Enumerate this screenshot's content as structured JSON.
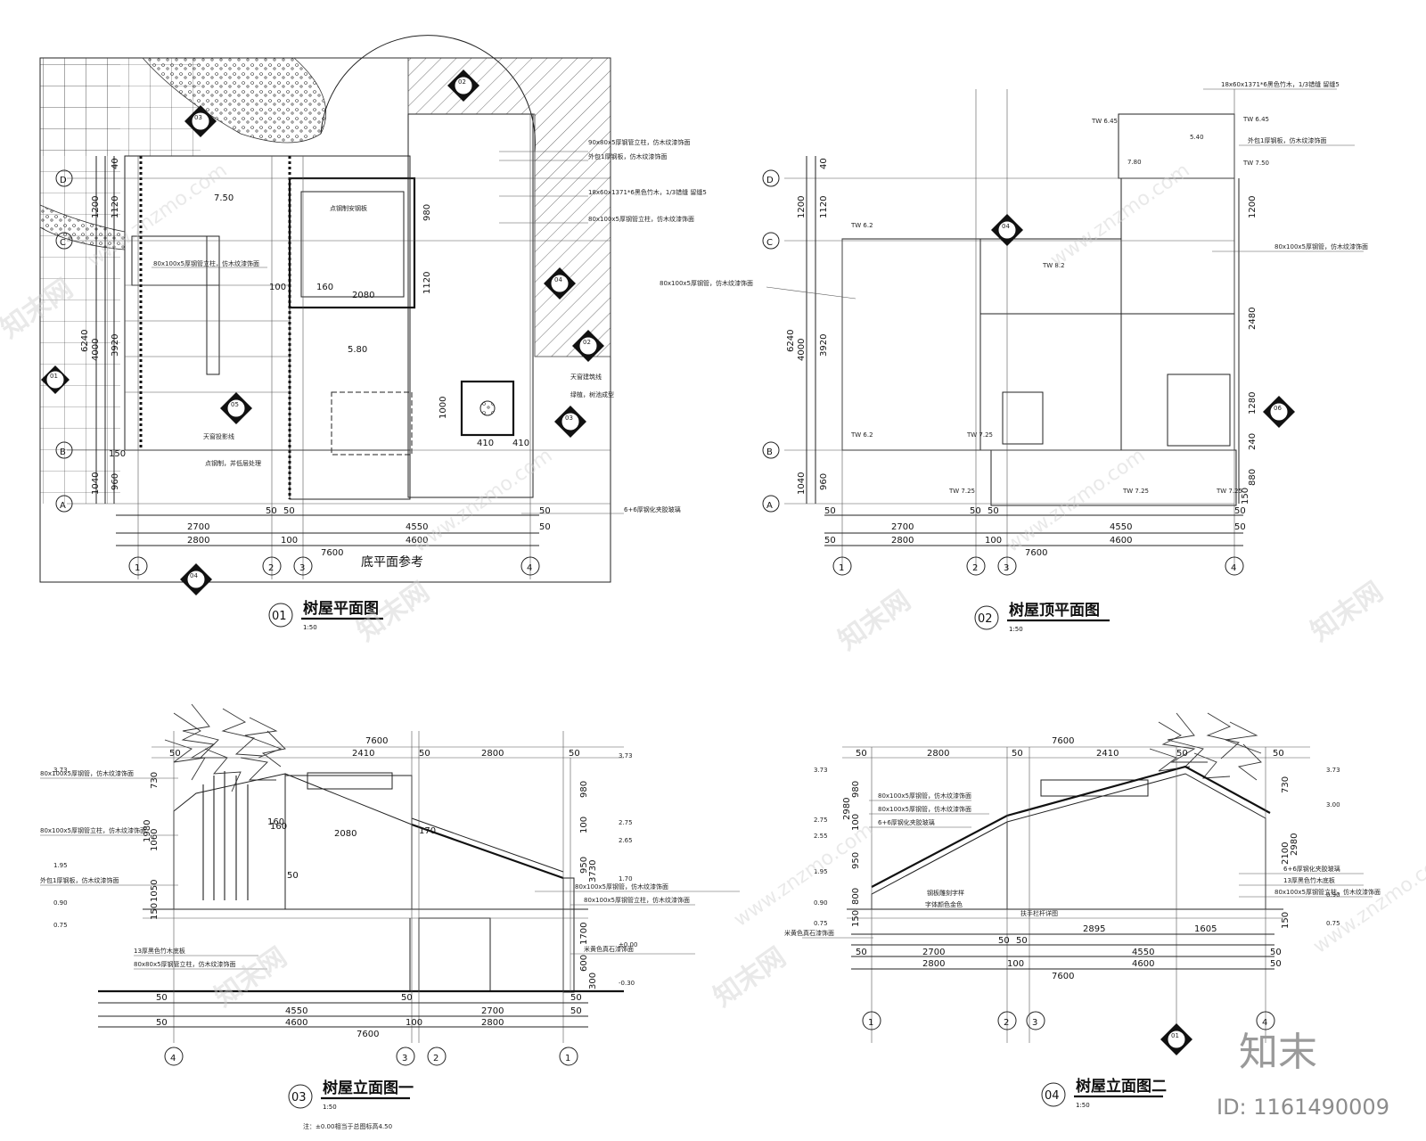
{
  "drawings": [
    {
      "id": "01",
      "title": "树屋平面图",
      "scale": "1:50"
    },
    {
      "id": "02",
      "title": "树屋顶平面图",
      "scale": "1:50"
    },
    {
      "id": "03",
      "title": "树屋立面图一",
      "scale": "1:50"
    },
    {
      "id": "04",
      "title": "树屋立面图二",
      "scale": "1:50"
    }
  ],
  "plan": {
    "note": "底平面参考",
    "grid_rows": [
      "D",
      "C",
      "B",
      "A"
    ],
    "grid_cols": [
      "1",
      "2",
      "3",
      "4"
    ],
    "dims_h": [
      "2700",
      "50",
      "50",
      "4550",
      "50",
      "2800",
      "100",
      "4600",
      "50",
      "7600"
    ],
    "dims_v": [
      "40",
      "1200",
      "1120",
      "6240",
      "4000",
      "3920",
      "1040",
      "960",
      "150"
    ],
    "inner_dims": [
      "160",
      "2080",
      "100",
      "980",
      "1120",
      "1000",
      "410",
      "410"
    ],
    "level": "7.50",
    "level2": "5.80",
    "section_tags": [
      "02",
      "03",
      "04",
      "01",
      "03",
      "05",
      "04",
      "02"
    ],
    "callouts": [
      "90x80x5厚钢管立柱，仿木纹漆饰面",
      "外包1厚钢板，仿木纹漆饰面",
      "18x60x1371*6黑色竹木，1/3错缝 留缝5",
      "80x100x5厚钢管立柱，仿木纹漆饰面",
      "点钢制安钢板",
      "80x100x5厚钢管立柱，仿木纹漆饰面",
      "天窗建筑线",
      "绿植，树池成型",
      "天窗投影线",
      "点钢制，并低层处理",
      "6+6厚钢化夹胶玻璃"
    ]
  },
  "roof": {
    "levels": [
      "TW 6.2",
      "TW 6.45",
      "TW 6.45",
      "TW 7.50",
      "TW 8.2",
      "TW 6.2",
      "TW 7.25",
      "TW 7.25",
      "TW 7.25",
      "TW 7.25",
      "5.40",
      "7.80"
    ],
    "dims_v": [
      "40",
      "1200",
      "1120",
      "6240",
      "4000",
      "3920",
      "1040",
      "960",
      "1200",
      "2480",
      "1280",
      "240",
      "880",
      "150"
    ],
    "dims_h": [
      "50",
      "2700",
      "50",
      "50",
      "4550",
      "50",
      "50",
      "2800",
      "100",
      "4600",
      "50",
      "7600"
    ],
    "callouts": [
      "18x60x1371*6黑色竹木，1/3错缝 留缝5",
      "外包1厚钢板，仿木纹漆饰面",
      "80x100x5厚钢管，仿木纹漆饰面",
      "80x100x5厚钢管，仿木纹漆饰面"
    ],
    "tags": [
      "04",
      "06"
    ]
  },
  "elev1": {
    "dims_top": [
      "7600",
      "50",
      "2410",
      "50",
      "2800",
      "50"
    ],
    "dims_bottom": [
      "50",
      "4550",
      "50",
      "2700",
      "50",
      "50",
      "4600",
      "100",
      "2800",
      "50",
      "7600"
    ],
    "levels": [
      "3.73",
      "2.75",
      "2.65",
      "1.95",
      "1.70",
      "0.90",
      "0.75",
      "±0.00",
      "-0.30",
      "3.73"
    ],
    "dims_v": [
      "730",
      "980",
      "100",
      "950",
      "1700",
      "3730",
      "1050",
      "160",
      "150",
      "600",
      "300"
    ],
    "inner": [
      "160",
      "2080",
      "170",
      "50",
      "1980",
      "1060"
    ],
    "callouts": [
      "80x100x5厚钢管，仿木纹漆饰面",
      "80x100x5厚钢管立柱，仿木纹漆饰面",
      "外包1厚钢板，仿木纹漆饰面",
      "80x100x5厚钢管，仿木纹漆饰面",
      "80x100x5厚钢管立柱，仿木纹漆饰面",
      "米黄色真石漆饰面",
      "13厚黑色竹木底板",
      "80x80x5厚钢管立柱，仿木纹漆饰面"
    ],
    "axis": [
      "4",
      "3",
      "2",
      "1"
    ],
    "footnote": "注：±0.00相当于总图标高4.50"
  },
  "elev2": {
    "dims_top": [
      "7600",
      "50",
      "2800",
      "50",
      "2410",
      "50",
      "50"
    ],
    "dims_bottom": [
      "2700",
      "50",
      "50",
      "4550",
      "50",
      "2800",
      "100",
      "4600",
      "50",
      "7600",
      "2895",
      "1605",
      "50"
    ],
    "levels": [
      "3.73",
      "2.75",
      "2.55",
      "1.95",
      "0.90",
      "0.75",
      "3.73",
      "3.00",
      "0.90",
      "0.75"
    ],
    "dims_v": [
      "2980",
      "980",
      "100",
      "950",
      "800",
      "150",
      "730",
      "2100",
      "2980",
      "150"
    ],
    "callouts": [
      "80x100x5厚钢管，仿木纹漆饰面",
      "80x100x5厚钢管，仿木纹漆饰面",
      "6+6厚钢化夹胶玻璃",
      "6+6厚钢化夹胶玻璃",
      "13厚黑色竹木底板",
      "80x100x5厚钢管立柱，仿木纹漆饰面",
      "米黄色真石漆饰面",
      "钢板雕刻字样",
      "字体颜色金色",
      "扶手栏杆详图"
    ],
    "axis": [
      "1",
      "2",
      "3",
      "4"
    ],
    "tag": "01"
  },
  "watermark": {
    "cn": "知末网",
    "en": "www.znzmo.com",
    "brand": "知末",
    "id": "ID: 1161490009"
  }
}
